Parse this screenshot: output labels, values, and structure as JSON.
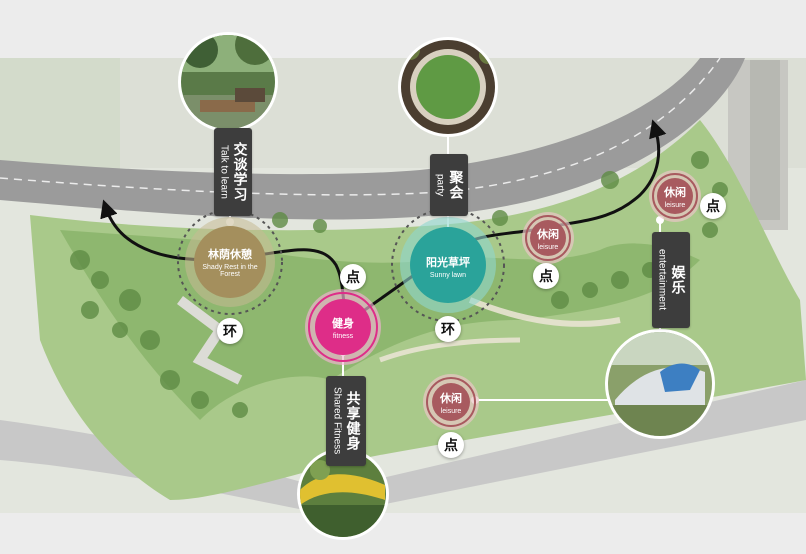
{
  "colors": {
    "ground": "#e6e9e2",
    "road": "#8a8a8a",
    "green_dark": "#6f9a55",
    "green_light": "#a9c98a",
    "path": "#1a1a1a",
    "olive": "#a48f5d",
    "teal": "#2aa39a",
    "magenta": "#de2d88",
    "maroon": "#a85a5f",
    "label_bg": "#3d3d3d"
  },
  "nodes": {
    "forest": {
      "cn": "林荫休憩",
      "en": "Shady Rest in the Forest"
    },
    "sunny": {
      "cn": "阳光草坪",
      "en": "Sunny lawn"
    },
    "fitness": {
      "cn": "健身",
      "en": "fitness"
    },
    "leisure_top": {
      "cn": "休闲",
      "en": "leisure"
    },
    "leisure_right": {
      "cn": "休闲",
      "en": "leisure"
    },
    "leisure_bottom": {
      "cn": "休闲",
      "en": "leisure"
    }
  },
  "labels": {
    "talk": {
      "cn": "交谈学习",
      "en": "Talk to learn"
    },
    "party": {
      "cn": "聚会",
      "en": "party"
    },
    "entertainment": {
      "cn": "娱乐",
      "en": "entertainment"
    },
    "shared": {
      "cn": "共享健身",
      "en": "Shared Fitness"
    }
  },
  "badges": {
    "ring": "环",
    "point": "点"
  },
  "photos": {
    "top_left": "forest-seating-photo",
    "top_center": "round-lawn-aerial-photo",
    "right": "play-area-photo",
    "bottom": "fitness-garden-photo"
  }
}
